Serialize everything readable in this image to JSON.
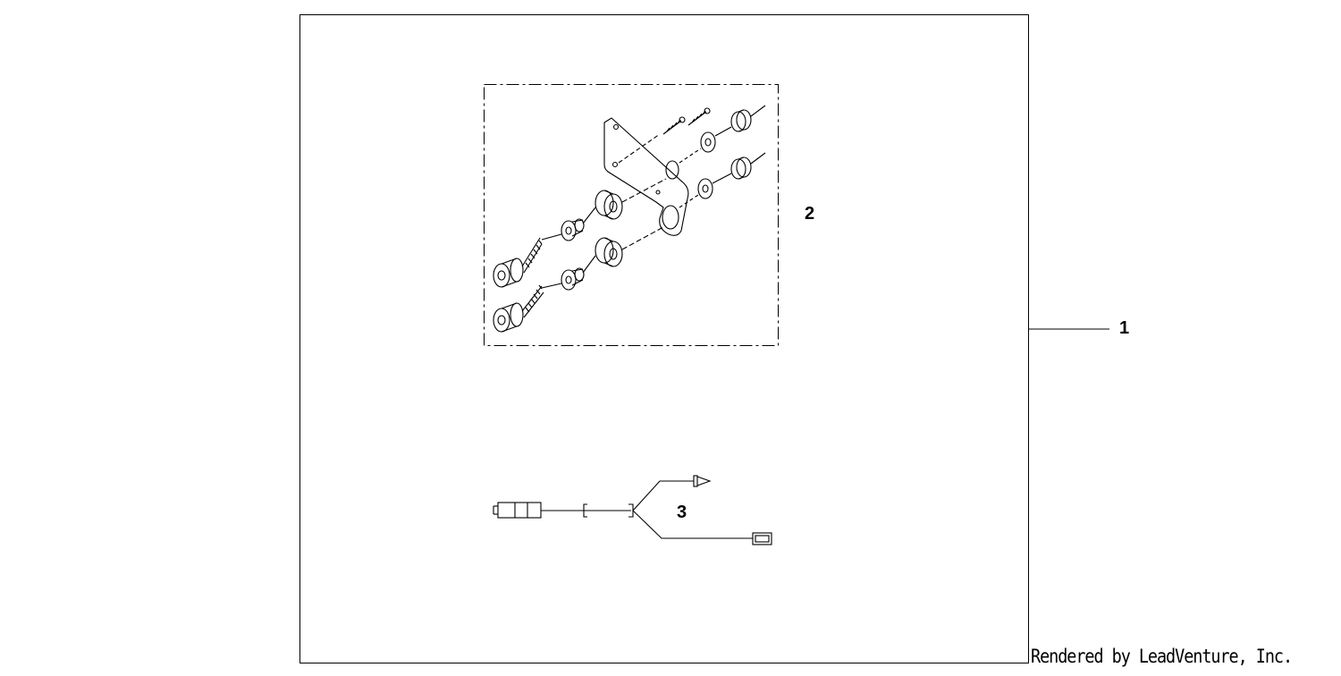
{
  "callouts": {
    "kit": "1",
    "bracket_set": "2",
    "harness": "3"
  },
  "credit": "Rendered by LeadVenture, Inc."
}
